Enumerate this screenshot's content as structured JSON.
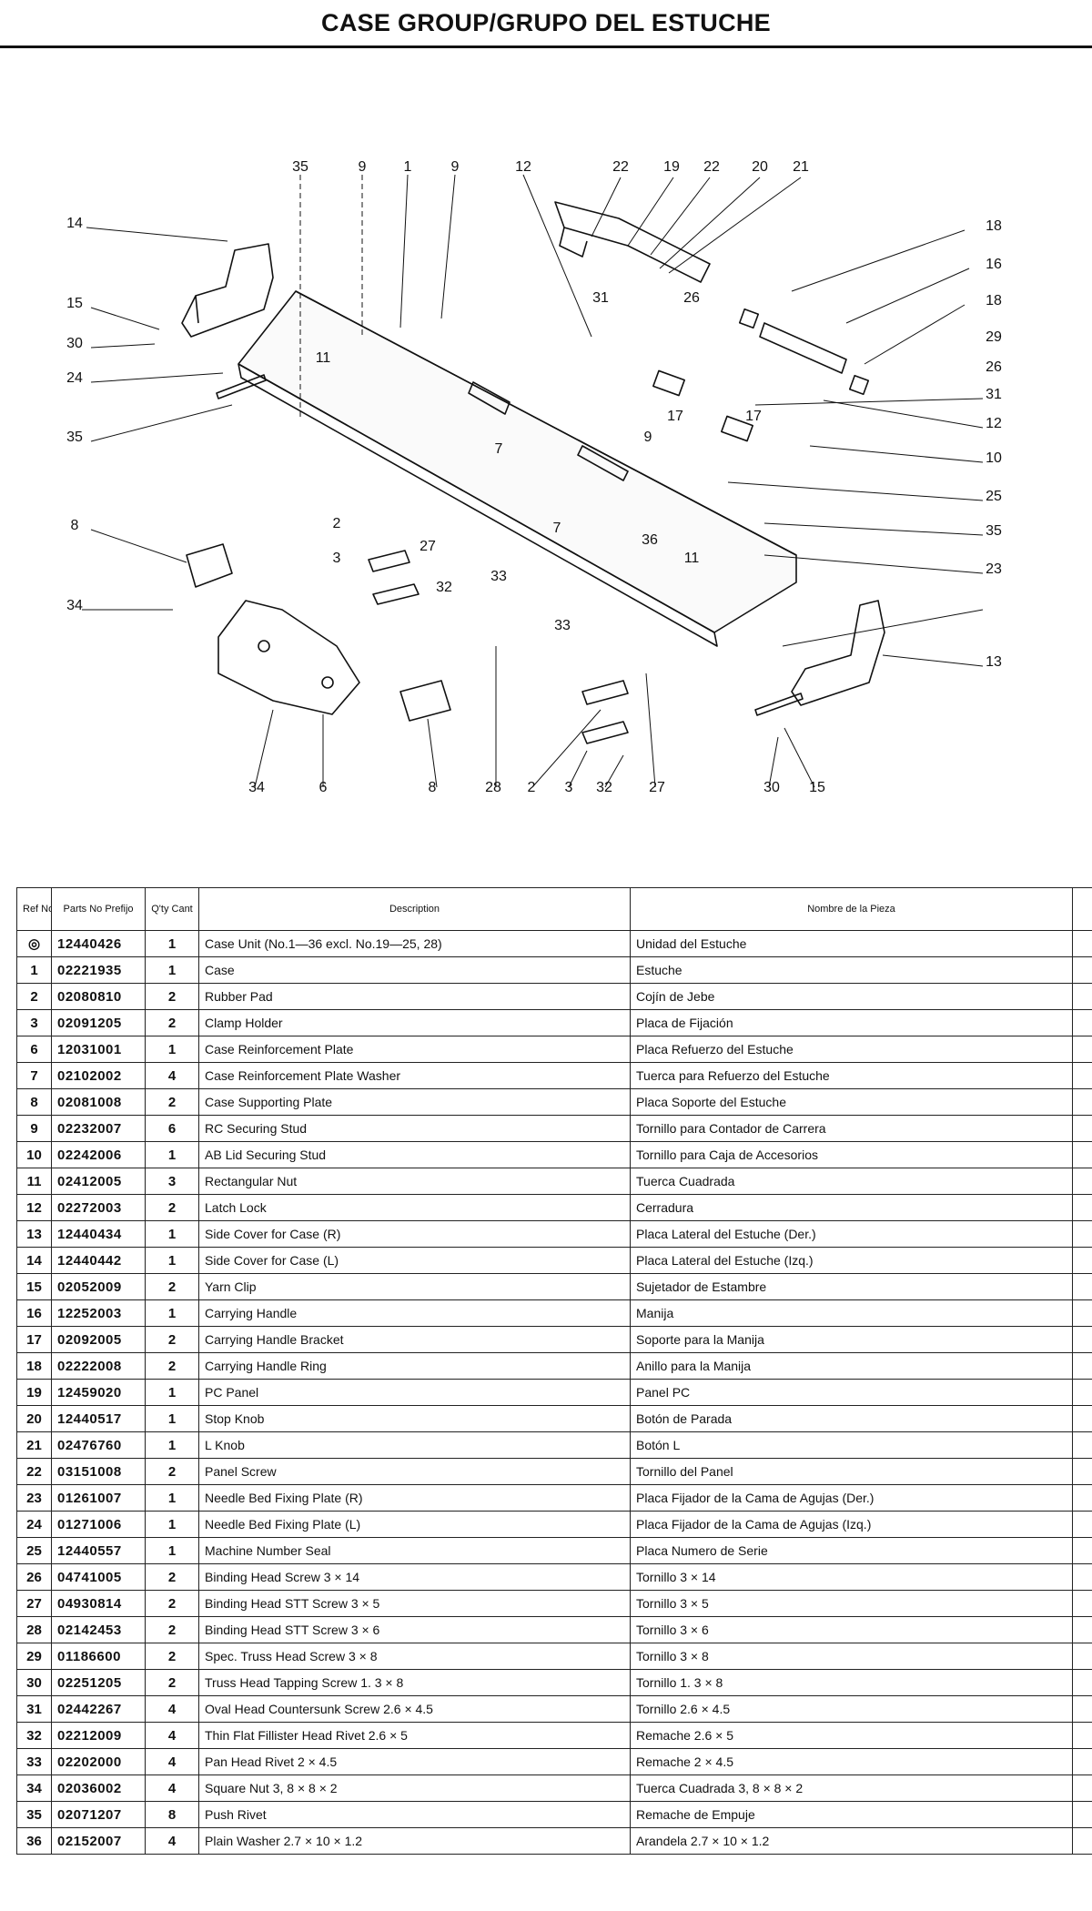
{
  "page": {
    "title": "CASE GROUP/GRUPO DEL ESTUCHE"
  },
  "diagram": {
    "callouts": [
      {
        "label": "35"
      },
      {
        "label": "9"
      },
      {
        "label": "1"
      },
      {
        "label": "9"
      },
      {
        "label": "12"
      },
      {
        "label": "22"
      },
      {
        "label": "19"
      },
      {
        "label": "22"
      },
      {
        "label": "20"
      },
      {
        "label": "21"
      },
      {
        "label": "18"
      },
      {
        "label": "16"
      },
      {
        "label": "18"
      },
      {
        "label": "14"
      },
      {
        "label": "15"
      },
      {
        "label": "30"
      },
      {
        "label": "24"
      },
      {
        "label": "11"
      },
      {
        "label": "31"
      },
      {
        "label": "26"
      },
      {
        "label": "29"
      },
      {
        "label": "26"
      },
      {
        "label": "17"
      },
      {
        "label": "17"
      },
      {
        "label": "31"
      },
      {
        "label": "12"
      },
      {
        "label": "35"
      },
      {
        "label": "7"
      },
      {
        "label": "9"
      },
      {
        "label": "10"
      },
      {
        "label": "25"
      },
      {
        "label": "35"
      },
      {
        "label": "8"
      },
      {
        "label": "2"
      },
      {
        "label": "7"
      },
      {
        "label": "36"
      },
      {
        "label": "3"
      },
      {
        "label": "27"
      },
      {
        "label": "11"
      },
      {
        "label": "23"
      },
      {
        "label": "33"
      },
      {
        "label": "32"
      },
      {
        "label": "34"
      },
      {
        "label": "33"
      },
      {
        "label": "13"
      },
      {
        "label": "34"
      },
      {
        "label": "6"
      },
      {
        "label": "8"
      },
      {
        "label": "28"
      },
      {
        "label": "2"
      },
      {
        "label": "3"
      },
      {
        "label": "32"
      },
      {
        "label": "27"
      },
      {
        "label": "30"
      },
      {
        "label": "15"
      }
    ]
  },
  "table": {
    "headers": {
      "ref": "Ref No",
      "part": "Parts No Prefijo",
      "qty": "Q'ty Cant",
      "desc": "Description",
      "spa": "Nombre de la Pieza"
    },
    "rows": [
      {
        "ref": "◎",
        "part": "12440426",
        "qty": "1",
        "desc": "Case Unit (No.1—36 excl. No.19—25, 28)",
        "spa": "Unidad del Estuche"
      },
      {
        "ref": "1",
        "part": "02221935",
        "qty": "1",
        "desc": "Case",
        "spa": "Estuche"
      },
      {
        "ref": "2",
        "part": "02080810",
        "qty": "2",
        "desc": "Rubber Pad",
        "spa": "Cojín de Jebe"
      },
      {
        "ref": "3",
        "part": "02091205",
        "qty": "2",
        "desc": "Clamp Holder",
        "spa": "Placa de Fijación"
      },
      {
        "ref": "6",
        "part": "12031001",
        "qty": "1",
        "desc": "Case Reinforcement Plate",
        "spa": "Placa Refuerzo del Estuche"
      },
      {
        "ref": "7",
        "part": "02102002",
        "qty": "4",
        "desc": "Case Reinforcement Plate Washer",
        "spa": "Tuerca para Refuerzo del Estuche"
      },
      {
        "ref": "8",
        "part": "02081008",
        "qty": "2",
        "desc": "Case Supporting Plate",
        "spa": "Placa Soporte del Estuche"
      },
      {
        "ref": "9",
        "part": "02232007",
        "qty": "6",
        "desc": "RC Securing Stud",
        "spa": "Tornillo para Contador de Carrera"
      },
      {
        "ref": "10",
        "part": "02242006",
        "qty": "1",
        "desc": "AB Lid Securing Stud",
        "spa": "Tornillo para Caja de Accesorios"
      },
      {
        "ref": "11",
        "part": "02412005",
        "qty": "3",
        "desc": "Rectangular Nut",
        "spa": "Tuerca Cuadrada"
      },
      {
        "ref": "12",
        "part": "02272003",
        "qty": "2",
        "desc": "Latch Lock",
        "spa": "Cerradura"
      },
      {
        "ref": "13",
        "part": "12440434",
        "qty": "1",
        "desc": "Side Cover for Case (R)",
        "spa": "Placa Lateral del Estuche (Der.)"
      },
      {
        "ref": "14",
        "part": "12440442",
        "qty": "1",
        "desc": "Side Cover for Case (L)",
        "spa": "Placa Lateral del Estuche (Izq.)"
      },
      {
        "ref": "15",
        "part": "02052009",
        "qty": "2",
        "desc": "Yarn Clip",
        "spa": "Sujetador de Estambre"
      },
      {
        "ref": "16",
        "part": "12252003",
        "qty": "1",
        "desc": "Carrying Handle",
        "spa": "Manija"
      },
      {
        "ref": "17",
        "part": "02092005",
        "qty": "2",
        "desc": "Carrying Handle Bracket",
        "spa": "Soporte para la Manija"
      },
      {
        "ref": "18",
        "part": "02222008",
        "qty": "2",
        "desc": "Carrying Handle Ring",
        "spa": "Anillo para la Manija"
      },
      {
        "ref": "19",
        "part": "12459020",
        "qty": "1",
        "desc": "PC Panel",
        "spa": "Panel PC"
      },
      {
        "ref": "20",
        "part": "12440517",
        "qty": "1",
        "desc": "Stop Knob",
        "spa": "Botón de Parada"
      },
      {
        "ref": "21",
        "part": "02476760",
        "qty": "1",
        "desc": "L Knob",
        "spa": "Botón L"
      },
      {
        "ref": "22",
        "part": "03151008",
        "qty": "2",
        "desc": "Panel Screw",
        "spa": "Tornillo del Panel"
      },
      {
        "ref": "23",
        "part": "01261007",
        "qty": "1",
        "desc": "Needle Bed Fixing Plate (R)",
        "spa": "Placa Fijador de la Cama de Agujas (Der.)"
      },
      {
        "ref": "24",
        "part": "01271006",
        "qty": "1",
        "desc": "Needle Bed Fixing Plate (L)",
        "spa": "Placa Fijador de la Cama de Agujas (Izq.)"
      },
      {
        "ref": "25",
        "part": "12440557",
        "qty": "1",
        "desc": "Machine Number Seal",
        "spa": "Placa Numero de Serie"
      },
      {
        "ref": "26",
        "part": "04741005",
        "qty": "2",
        "desc": "Binding Head Screw 3 × 14",
        "spa": "Tornillo 3 × 14"
      },
      {
        "ref": "27",
        "part": "04930814",
        "qty": "2",
        "desc": "Binding Head STT Screw 3 × 5",
        "spa": "Tornillo 3 × 5"
      },
      {
        "ref": "28",
        "part": "02142453",
        "qty": "2",
        "desc": "Binding Head STT Screw 3 × 6",
        "spa": "Tornillo 3 × 6"
      },
      {
        "ref": "29",
        "part": "01186600",
        "qty": "2",
        "desc": "Spec. Truss Head Screw 3 × 8",
        "spa": "Tornillo 3 × 8"
      },
      {
        "ref": "30",
        "part": "02251205",
        "qty": "2",
        "desc": "Truss Head Tapping Screw 1. 3 × 8",
        "spa": "Tornillo 1. 3 × 8"
      },
      {
        "ref": "31",
        "part": "02442267",
        "qty": "4",
        "desc": "Oval Head Countersunk Screw 2.6 × 4.5",
        "spa": "Tornillo 2.6 × 4.5"
      },
      {
        "ref": "32",
        "part": "02212009",
        "qty": "4",
        "desc": "Thin Flat Fillister Head Rivet 2.6 × 5",
        "spa": "Remache 2.6 × 5"
      },
      {
        "ref": "33",
        "part": "02202000",
        "qty": "4",
        "desc": "Pan Head Rivet 2 × 4.5",
        "spa": "Remache 2 × 4.5"
      },
      {
        "ref": "34",
        "part": "02036002",
        "qty": "4",
        "desc": "Square Nut 3, 8 × 8 × 2",
        "spa": "Tuerca Cuadrada 3, 8 × 8 × 2"
      },
      {
        "ref": "35",
        "part": "02071207",
        "qty": "8",
        "desc": "Push Rivet",
        "spa": "Remache de Empuje"
      },
      {
        "ref": "36",
        "part": "02152007",
        "qty": "4",
        "desc": "Plain Washer 2.7 × 10 × 1.2",
        "spa": "Arandela 2.7 × 10 × 1.2"
      }
    ]
  }
}
